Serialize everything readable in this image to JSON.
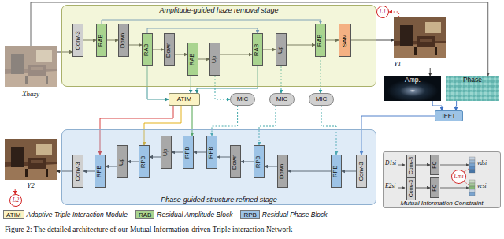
{
  "diagram": {
    "caption": "Figure 2: The detailed architecture of our Mutual Information-driven Triple interaction Network",
    "nodes": [
      {
        "text": [
          "Amplitude-guided haze removal stage"
        ]
      },
      {
        "text": [
          "Conv-3"
        ],
        "in": 0
      },
      {
        "text": [
          "RAB"
        ],
        "in": 0
      },
      {
        "text": [
          "Down"
        ],
        "in": 0
      },
      {
        "text": [
          "RAB"
        ],
        "in": 0
      },
      {
        "text": [
          "Down"
        ],
        "in": 0
      },
      {
        "text": [
          "RAB"
        ],
        "in": 0
      },
      {
        "text": [
          "Up"
        ],
        "in": 0
      },
      {
        "text": [
          "RAB"
        ],
        "in": 0
      },
      {
        "text": [
          "Up"
        ],
        "in": 0
      },
      {
        "text": [
          "RAB"
        ],
        "in": 0
      },
      {
        "text": [
          "SAM"
        ],
        "in": 0
      },
      {
        "text": [
          "Phase-guided structure refined stage"
        ]
      },
      {
        "text": [
          "Conv-3"
        ],
        "in": 12
      },
      {
        "text": [
          "RPB"
        ],
        "in": 12
      },
      {
        "text": [
          "Up"
        ],
        "in": 12
      },
      {
        "text": [
          "RPB"
        ],
        "in": 12
      },
      {
        "text": [
          "Up"
        ],
        "in": 12
      },
      {
        "text": [
          "RPB"
        ],
        "in": 12
      },
      {
        "text": [
          "RPB"
        ],
        "in": 12
      },
      {
        "text": [
          "Down"
        ],
        "in": 12
      },
      {
        "text": [
          "RPB"
        ],
        "in": 12
      },
      {
        "text": [
          "Down"
        ],
        "in": 12
      },
      {
        "text": [
          "RPB"
        ],
        "in": 12
      },
      {
        "text": [
          "Conv-3"
        ],
        "in": 12
      },
      {
        "text": [
          "ATIM"
        ]
      },
      {
        "text": [
          "MIC"
        ]
      },
      {
        "text": [
          "MIC"
        ]
      },
      {
        "text": [
          "MIC"
        ]
      },
      {
        "text": [
          "Xhazy"
        ]
      },
      {
        "text": [
          "Y1"
        ]
      },
      {
        "text": [
          "Amp."
        ]
      },
      {
        "text": [
          "Phase"
        ]
      },
      {
        "text": [
          "IFFT"
        ]
      },
      {
        "text": [
          "Y2"
        ]
      },
      {
        "text": [
          "Mutual Information Constraint"
        ]
      },
      {
        "text": [
          "Conv-3"
        ],
        "in": 35
      },
      {
        "text": [
          "FC"
        ],
        "in": 35
      },
      {
        "text": [
          "Conv-3"
        ],
        "in": 35
      },
      {
        "text": [
          "FC"
        ],
        "in": 35
      },
      {
        "text": [
          "L1"
        ]
      },
      {
        "text": [
          "L2"
        ]
      },
      {
        "text": [
          "Lmi"
        ],
        "in": 35
      }
    ],
    "edges": [
      {
        "from": 1,
        "to": 2,
        "arrow": "to"
      },
      {
        "from": 2,
        "to": 3,
        "arrow": "to"
      },
      {
        "from": 3,
        "to": 4,
        "arrow": "to"
      },
      {
        "from": 4,
        "to": 5,
        "arrow": "to"
      },
      {
        "from": 5,
        "to": 6,
        "arrow": "to"
      },
      {
        "from": 6,
        "to": 7,
        "arrow": "to"
      },
      {
        "from": 7,
        "to": 8,
        "arrow": "to"
      },
      {
        "from": 8,
        "to": 9,
        "arrow": "to"
      },
      {
        "from": 9,
        "to": 10,
        "arrow": "to"
      },
      {
        "from": 10,
        "to": 11,
        "arrow": "to"
      },
      {
        "from": 2,
        "to": 10,
        "arrow": "to"
      },
      {
        "from": 4,
        "to": 8,
        "arrow": "to"
      },
      {
        "from": 24,
        "to": 23,
        "arrow": "to"
      },
      {
        "from": 23,
        "to": 22,
        "arrow": "to"
      },
      {
        "from": 22,
        "to": 21,
        "arrow": "to"
      },
      {
        "from": 21,
        "to": 20,
        "arrow": "to"
      },
      {
        "from": 20,
        "to": 19,
        "arrow": "to"
      },
      {
        "from": 19,
        "to": 18,
        "arrow": "to"
      },
      {
        "from": 18,
        "to": 17,
        "arrow": "to"
      },
      {
        "from": 17,
        "to": 16,
        "arrow": "to"
      },
      {
        "from": 16,
        "to": 15,
        "arrow": "to"
      },
      {
        "from": 15,
        "to": 14,
        "arrow": "to"
      },
      {
        "from": 14,
        "to": 13,
        "arrow": "to"
      },
      {
        "from": 29,
        "to": 1,
        "arrow": "to"
      },
      {
        "from": 11,
        "to": 30,
        "arrow": "to"
      },
      {
        "from": 29,
        "to": 32,
        "arrow": "to"
      },
      {
        "from": 30,
        "to": 31,
        "arrow": "to"
      },
      {
        "from": 31,
        "to": 33,
        "arrow": "to"
      },
      {
        "from": 32,
        "to": 33,
        "arrow": "to"
      },
      {
        "from": 33,
        "to": 24,
        "arrow": "to"
      },
      {
        "from": 13,
        "to": 34,
        "arrow": "to"
      },
      {
        "from": 4,
        "to": 25,
        "arrow": "to"
      },
      {
        "from": 6,
        "to": 25,
        "arrow": "to"
      },
      {
        "from": 8,
        "to": 25,
        "arrow": "to"
      },
      {
        "from": 7,
        "to": 26,
        "arrow": "to"
      },
      {
        "from": 9,
        "to": 27,
        "arrow": "to"
      },
      {
        "from": 10,
        "to": 28,
        "arrow": "to"
      },
      {
        "from": 25,
        "to": 14,
        "arrow": "to"
      },
      {
        "from": 25,
        "to": 16,
        "arrow": "to"
      },
      {
        "from": 25,
        "to": 18,
        "arrow": "to"
      },
      {
        "from": 26,
        "to": 19,
        "arrow": "to"
      },
      {
        "from": 27,
        "to": 21,
        "arrow": "to"
      },
      {
        "from": 28,
        "to": 23,
        "arrow": "to"
      },
      {
        "from": 30,
        "to": 40,
        "arrow": "to"
      },
      {
        "from": 34,
        "to": 41,
        "arrow": "to"
      },
      {
        "from": 36,
        "to": 37,
        "arrow": "to"
      },
      {
        "from": 38,
        "to": 39,
        "arrow": "to"
      }
    ],
    "labels": [
      "ATIM",
      "RAB",
      "RPB",
      "D1si",
      "E2si",
      "vdsi",
      "vesi"
    ],
    "legend": [
      {
        "text": "Adaptive Triple Interaction Module",
        "color": "#fbf3c4"
      },
      {
        "text": "Residual Amplitude Block",
        "color": "#a9d48f"
      },
      {
        "text": "Residual Phase Block",
        "color": "#9dc3e6"
      }
    ]
  }
}
